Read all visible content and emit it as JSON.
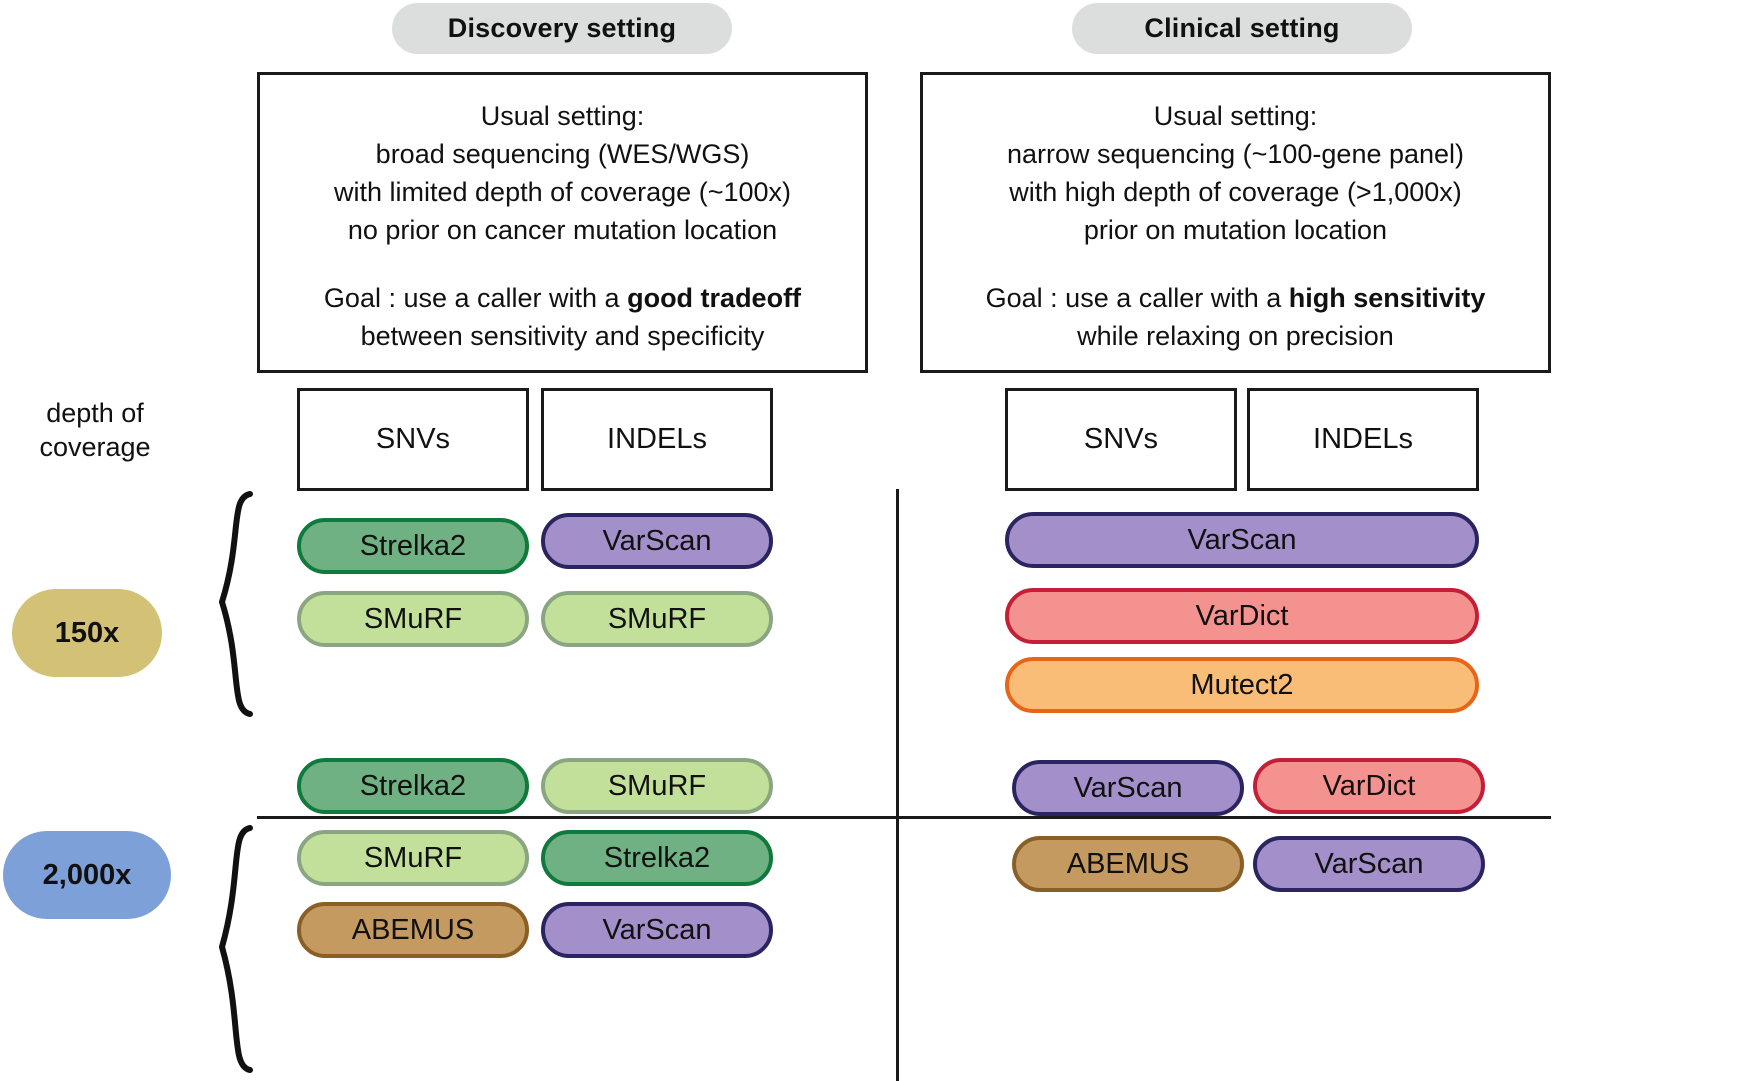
{
  "columns": [
    {
      "id": "discovery",
      "chip_label": "Discovery setting",
      "description": {
        "lines": [
          "Usual setting:",
          "broad sequencing (WES/WGS)",
          "with limited depth of coverage (~100x)",
          "no prior on cancer mutation location"
        ],
        "goal_prefix": "Goal : use a caller with a ",
        "goal_emphasis": "good tradeoff",
        "goal_suffix": "between sensitivity and specificity"
      },
      "type_boxes": [
        "SNVs",
        "INDELs"
      ]
    },
    {
      "id": "clinical",
      "chip_label": "Clinical setting",
      "description": {
        "lines": [
          "Usual setting:",
          "narrow sequencing (~100-gene panel)",
          "with high depth of coverage (>1,000x)",
          "prior on mutation location"
        ],
        "goal_prefix": "Goal : use a caller with a ",
        "goal_emphasis": "high sensitivity",
        "goal_suffix": "while relaxing on precision"
      },
      "type_boxes": [
        "SNVs",
        "INDELs"
      ]
    }
  ],
  "axis": {
    "label_line1": "depth of",
    "label_line2": "coverage"
  },
  "depths": [
    {
      "id": "d150",
      "label": "150x",
      "fill": "#d3c276",
      "text": "#111111"
    },
    {
      "id": "d2000",
      "label": "2,000x",
      "fill": "#7ea0d8",
      "text": "#111111"
    }
  ],
  "callers": {
    "strelka2": {
      "label": "Strelka2",
      "fill": "#6fb183",
      "border": "#0f7a3c"
    },
    "smurf": {
      "label": "SMuRF",
      "fill": "#c3e09a",
      "border": "#8aa582"
    },
    "varscan": {
      "label": "VarScan",
      "fill": "#a38fc9",
      "border": "#2a2560"
    },
    "vardict": {
      "label": "VarDict",
      "fill": "#f4928f",
      "border": "#c41f36"
    },
    "mutect2": {
      "label": "Mutect2",
      "fill": "#f9bd78",
      "border": "#ea6418"
    },
    "abemus": {
      "label": "ABEMUS",
      "fill": "#c59a61",
      "border": "#8a5f26"
    }
  },
  "cells": {
    "discovery_150_snv": [
      "Strelka2",
      "SMuRF"
    ],
    "discovery_150_indel": [
      "VarScan",
      "SMuRF"
    ],
    "discovery_2000_snv": [
      "Strelka2",
      "SMuRF",
      "ABEMUS"
    ],
    "discovery_2000_indel": [
      "SMuRF",
      "Strelka2",
      "VarScan"
    ],
    "clinical_150_both": [
      "VarScan",
      "VarDict",
      "Mutect2"
    ],
    "clinical_2000_snv": [
      "VarScan",
      "ABEMUS"
    ],
    "clinical_2000_indel": [
      "VarDict",
      "VarScan"
    ]
  }
}
